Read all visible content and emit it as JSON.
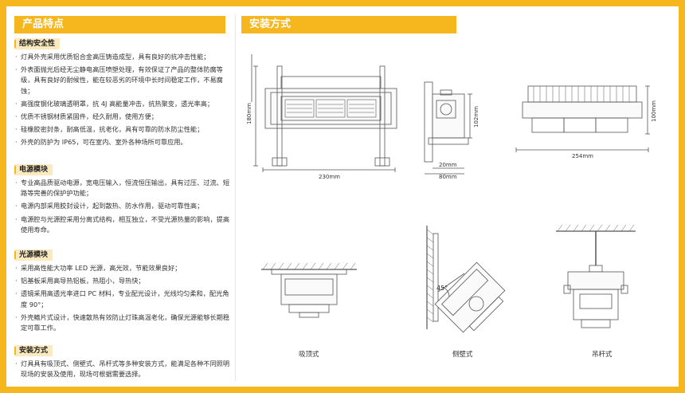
{
  "left_title": "产品特点",
  "right_title": "安装方式",
  "sections": [
    {
      "title": "结构安全性",
      "items": [
        "灯具外壳采用优质铝合金高压铸造成型，具有良好的抗冲击性能；",
        "外表面抛光后经无尘静电高压喷塑处理，有效保证了产品的整体防腐等级，具有良好的耐候性，能在较恶劣的环境中长时间稳定工作，不易腐蚀；",
        "高强度钢化玻璃透明罩，抗 4J 高能量冲击，抗热聚变，透光率高；",
        "优质不锈钢材质紧固件，经久耐用，使用方便；",
        "硅橡胶密封条，耐高低温，抗老化，具有可靠的防水防尘性能；",
        "外壳的防护为 IP65，可在室内、室外各种场所可靠应用。"
      ]
    },
    {
      "title": "电源模块",
      "items": [
        "专业高品质驱动电源，宽电压输入，恒流恒压输出，具有过压、过流、短路等完善的保护护功能；",
        "电源内部采用胶封设计，起到散热、防水作用，驱动可靠性高；",
        "电源腔与光源腔采用分离式结构，相互独立，不受光源热量的影响，提高使用寿命。"
      ]
    },
    {
      "title": "光源模块",
      "items": [
        "采用高性能大功率 LED 光源，高光效，节能效果良好；",
        "铝基板采用高导热铝板，热阻小，导热快；",
        "透镜采用高透光率进口 PC 材料，专业配光设计，光线均匀柔和，配光角度 90°；",
        "外壳鳍片式设计，快速散热有效防止灯珠高温老化，确保光源能够长期稳定可靠工作。"
      ]
    },
    {
      "title": "安装方式",
      "items": [
        "灯具具有吸顶式、侧壁式、吊杆式等多种安装方式，能满足各种不同照明现场的安装及使用，现场可根据需要选择。"
      ]
    }
  ],
  "dimensions": {
    "front_width": "230mm",
    "front_height": "180mm",
    "side_height": "102mm",
    "side_d1": "20mm",
    "side_d2": "80mm",
    "top_width": "254mm",
    "top_height": "100mm",
    "angle": "45°"
  },
  "install_labels": {
    "ceiling": "吸顶式",
    "wall": "侧壁式",
    "pole": "吊杆式"
  },
  "colors": {
    "accent": "#f6b61e",
    "section_bg": "#fbe9bf",
    "line": "#555555"
  }
}
